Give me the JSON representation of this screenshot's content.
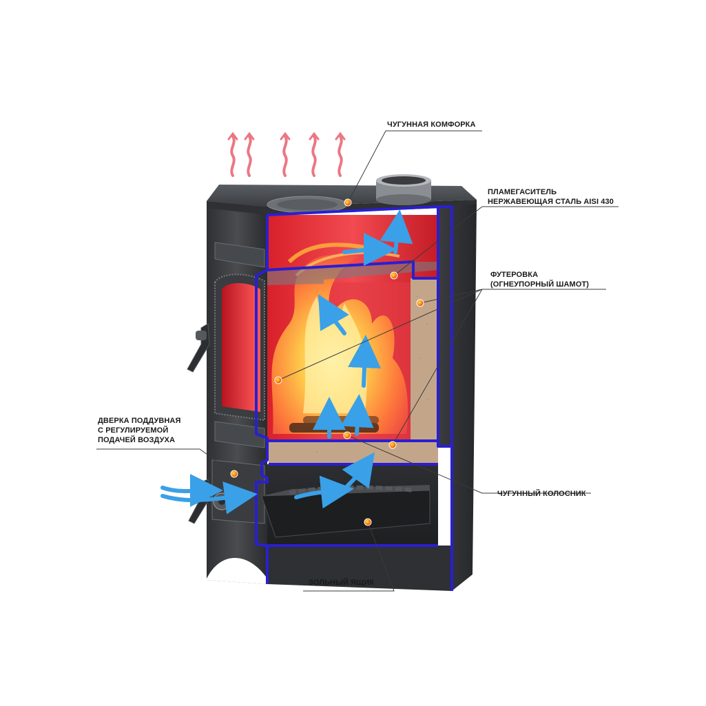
{
  "colors": {
    "accent_frame": "#2a1fd0",
    "marker": "#ff8a00",
    "airflow": "#3aa0e8",
    "heat": "#e85a6a",
    "body_dark": "#3b3d40",
    "chamotte": "#c3a68a"
  },
  "labels": {
    "cooktop": "ЧУГУННАЯ КОМФОРКА",
    "baffle_line1": "ПЛАМЕГАСИТЕЛЬ",
    "baffle_line2": "НЕРЖАВЕЮЩАЯ СТАЛЬ AISI 430",
    "lining_line1": "ФУТЕРОВКА",
    "lining_line2": "(ОГНЕУПОРНЫЙ ШАМОТ)",
    "door_line1": "ДВЕРКА ПОДДУВНАЯ",
    "door_line2": "С РЕГУЛИРУЕМОЙ",
    "door_line3": "ПОДАЧЕЙ ВОЗДУХА",
    "grate": "ЧУГУННЫЙ КОЛОСНИК",
    "ash_box": "ЗОЛЬНЫЙ ЯЩИК"
  }
}
